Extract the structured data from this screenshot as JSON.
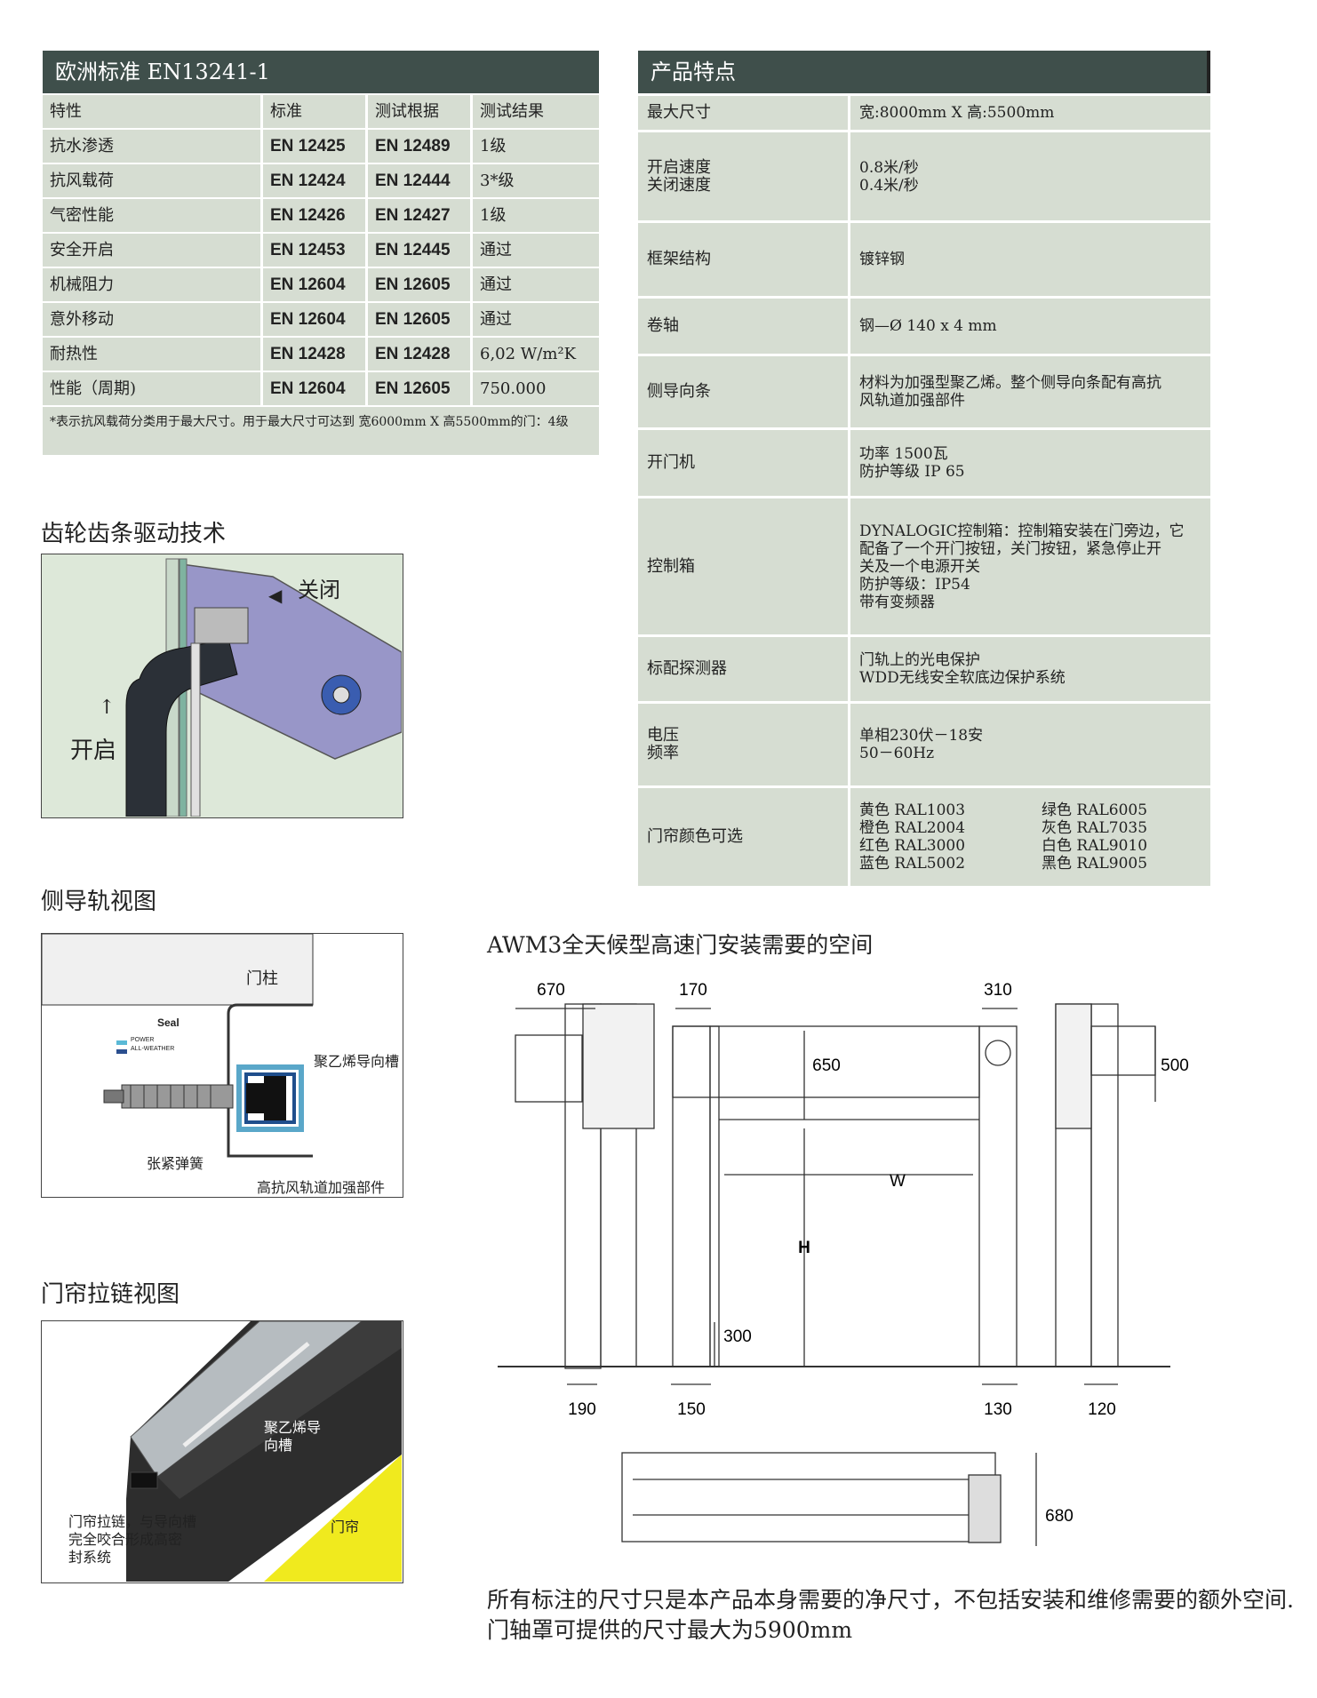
{
  "en_table": {
    "title": "欧洲标准 EN13241-1",
    "headers": [
      "特性",
      "标准",
      "测试根据",
      "测试结果"
    ],
    "rows": [
      [
        "抗水渗透",
        "EN 12425",
        "EN 12489",
        "1级"
      ],
      [
        "抗风载荷",
        "EN 12424",
        "EN 12444",
        "3*级"
      ],
      [
        "气密性能",
        "EN 12426",
        "EN 12427",
        "1级"
      ],
      [
        "安全开启",
        "EN 12453",
        "EN 12445",
        "通过"
      ],
      [
        "机械阻力",
        "EN 12604",
        "EN 12605",
        "通过"
      ],
      [
        "意外移动",
        "EN 12604",
        "EN 12605",
        "通过"
      ],
      [
        "耐热性",
        "EN 12428",
        "EN 12428",
        "6,02 W/m²K"
      ],
      [
        "性能（周期)",
        "EN 12604",
        "EN 12605",
        "750.000"
      ]
    ],
    "note": "*表示抗风载荷分类用于最大尺寸。用于最大尺寸可达到 宽6000mm X 高5500mm的门：4级"
  },
  "features": {
    "title": "产品特点",
    "rows": [
      {
        "label": "最大尺寸",
        "value": "宽:8000mm X 高:5500mm"
      },
      {
        "label": "开启速度\n关闭速度",
        "value": "0.8米/秒\n0.4米/秒"
      },
      {
        "label": "框架结构",
        "value": "镀锌钢"
      },
      {
        "label": "卷轴",
        "value": "钢—Ø 140 x 4 mm"
      },
      {
        "label": "侧导向条",
        "value": "材料为加强型聚乙烯。整个侧导向条配有高抗\n风轨道加强部件"
      },
      {
        "label": "开门机",
        "value": "功率 1500瓦\n防护等级 IP 65"
      },
      {
        "label": "控制箱",
        "value": "DYNALOGIC控制箱：控制箱安装在门旁边，它\n配备了一个开门按钮，关门按钮，紧急停止开\n关及一个电源开关\n防护等级：IP54\n带有变频器"
      },
      {
        "label": "标配探测器",
        "value": "门轨上的光电保护\nWDD无线安全软底边保护系统"
      },
      {
        "label": "电压\n频率",
        "value": "单相230伏－18安\n50－60Hz"
      }
    ],
    "color_label": "门帘颜色可选",
    "colors": [
      "黄色 RAL1003",
      "绿色 RAL6005",
      "橙色 RAL2004",
      "灰色 RAL7035",
      "红色 RAL3000",
      "白色 RAL9010",
      "蓝色 RAL5002",
      "黑色 RAL9005"
    ]
  },
  "gear": {
    "title": "齿轮齿条驱动技术",
    "close": "关闭",
    "open": "开启"
  },
  "guide": {
    "title": "侧导轨视图",
    "post": "门柱",
    "seal": "Seal",
    "power": "POWER",
    "allweather": "ALL-WEATHER",
    "pe_guide": "聚乙烯导向槽",
    "spring": "张紧弹簧",
    "reinforce": "高抗风轨道加强部件"
  },
  "zip": {
    "title": "门帘拉链视图",
    "pe_guide": "聚乙烯导\n向槽",
    "curtain": "门帘",
    "zipper": "门帘拉链，与导向槽\n完全咬合形成高密\n封系统"
  },
  "install": {
    "title": "AWM3全天候型高速门安装需要的空间",
    "dims": {
      "d670": "670",
      "d170": "170",
      "d310": "310",
      "d500": "500",
      "d650": "650",
      "w": "W",
      "h": "H",
      "d300": "300",
      "d190": "190",
      "d150": "150",
      "d130": "130",
      "d120": "120",
      "d680": "680"
    }
  },
  "footer": "所有标注的尺寸只是本产品本身需要的净尺寸，不包括安装和维修需要的额外空间. 门轴罩可提供的尺寸最大为5900mm"
}
